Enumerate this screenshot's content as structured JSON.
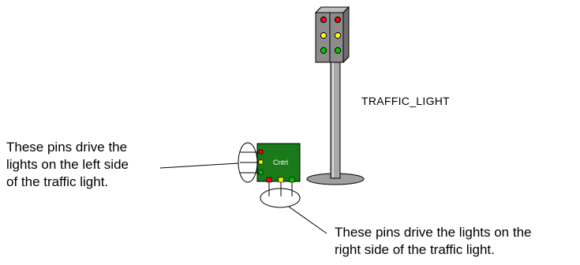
{
  "device": {
    "label": "TRAFFIC_LIGHT"
  },
  "controller": {
    "label": "Cntrl",
    "board_color": "#1a7a1a"
  },
  "lights": {
    "red": "#ff0000",
    "yellow": "#ffff00",
    "green": "#00c800"
  },
  "annotations": {
    "left_pins": [
      "These pins drive the",
      "lights on the left side",
      "of the traffic light."
    ],
    "right_pins": [
      "These pins drive the lights on the",
      "right side of the traffic light."
    ]
  }
}
